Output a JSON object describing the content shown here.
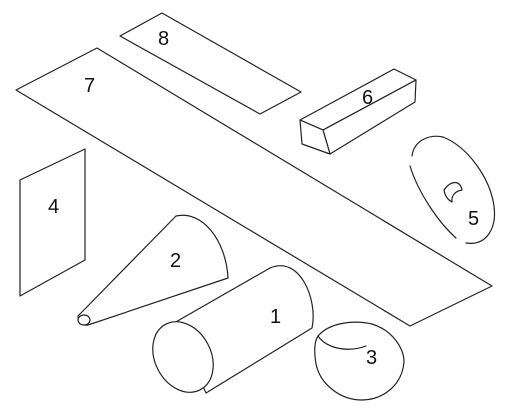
{
  "figure": {
    "shapes": [
      {
        "id": "s1",
        "kind": "cylinder",
        "number": "1"
      },
      {
        "id": "s2",
        "kind": "cone",
        "number": "2"
      },
      {
        "id": "s3",
        "kind": "short-cylinder",
        "number": "3"
      },
      {
        "id": "s4",
        "kind": "rectangle-plane",
        "number": "4"
      },
      {
        "id": "s5",
        "kind": "disc-with-hole",
        "number": "5"
      },
      {
        "id": "s6",
        "kind": "rectangular-box",
        "number": "6"
      },
      {
        "id": "s7",
        "kind": "long-strip-plane",
        "number": "7"
      },
      {
        "id": "s8",
        "kind": "rectangle-plane",
        "number": "8"
      }
    ]
  }
}
